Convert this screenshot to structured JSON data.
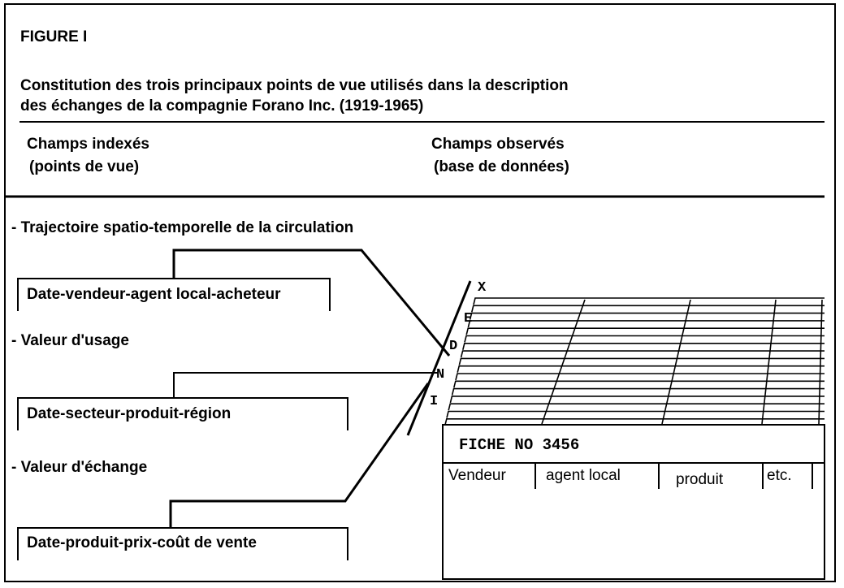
{
  "figure_label": "FIGURE I",
  "title_lines": [
    "Constitution des trois principaux points de vue utilisés dans la description",
    "des échanges de la compagnie Forano Inc. (1919-1965)"
  ],
  "columns": {
    "indexed": {
      "line1": "Champs indexés",
      "line2": "(points de vue)"
    },
    "observed": {
      "line1": "Champs observés",
      "line2": "(base de données)"
    }
  },
  "points_de_vue": [
    {
      "heading": "- Trajectoire spatio-temporelle de la circulation",
      "fields": "Date-vendeur-agent local-acheteur"
    },
    {
      "heading": "- Valeur d'usage",
      "fields": "Date-secteur-produit-région"
    },
    {
      "heading": "- Valeur d'échange",
      "fields": "Date-produit-prix-coût de vente"
    }
  ],
  "index_letters": [
    "X",
    "E",
    "D",
    "N",
    "I"
  ],
  "fiche": {
    "title": "FICHE  NO 3456",
    "columns": [
      "Vendeur",
      "agent local",
      "produit",
      "etc."
    ]
  }
}
